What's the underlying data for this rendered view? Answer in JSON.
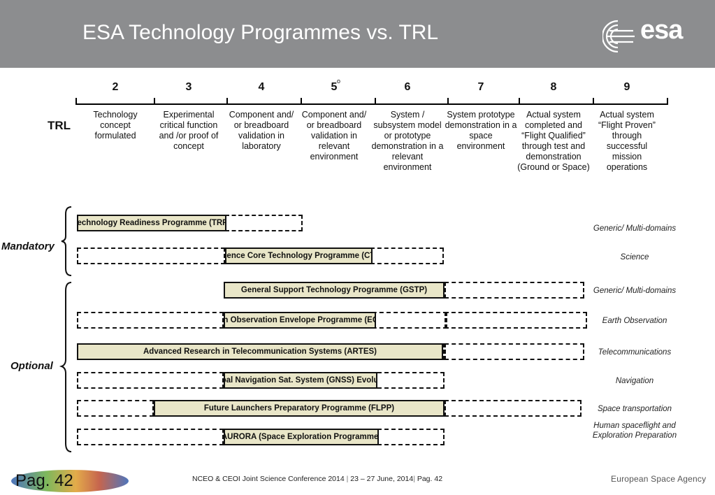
{
  "header": {
    "title": "ESA Technology Programmes vs. TRL",
    "logo_text": "esa",
    "background": "#8c8d8f"
  },
  "trl": {
    "label": "TRL",
    "stray_mark": "o",
    "levels": [
      {
        "num": "2",
        "desc": "Technology concept formulated"
      },
      {
        "num": "3",
        "desc": "Experimental critical function and /or proof of concept"
      },
      {
        "num": "4",
        "desc": "Component and/ or breadboard validation in laboratory"
      },
      {
        "num": "5",
        "desc": "Component and/ or breadboard validation in relevant environment"
      },
      {
        "num": "6",
        "desc": "System / subsystem model or prototype demonstration in a relevant environment"
      },
      {
        "num": "7",
        "desc": "System prototype demonstration in a space environment"
      },
      {
        "num": "8",
        "desc": "Actual system completed and “Flight Qualified” through test and demonstration (Ground or Space)"
      },
      {
        "num": "9",
        "desc": "Actual system “Flight Proven” through successful mission operations"
      }
    ]
  },
  "groups": {
    "mandatory": "Mandatory",
    "optional": "Optional"
  },
  "programmes": [
    {
      "name": "Technology Readiness Programme (TRP)",
      "domain": "Generic/ Multi-domains"
    },
    {
      "name": "Science Core Technology Programme (CTP)",
      "domain": "Science"
    },
    {
      "name": "General Support Technology Programme (GSTP)",
      "domain": "Generic/ Multi-domains"
    },
    {
      "name": "Earth Observation Envelope Programme (EOEP)",
      "domain": "Earth Observation"
    },
    {
      "name": "Advanced Research in Telecommunication Systems (ARTES)",
      "domain": "Telecommunications"
    },
    {
      "name": "Global Navigation Sat. System (GNSS) Evolution",
      "domain": "Navigation"
    },
    {
      "name": "Future Launchers Preparatory Programme (FLPP)",
      "domain": "Space transportation"
    },
    {
      "name": "AURORA (Space Exploration Programme)",
      "domain": "Human spaceflight and Exploration Preparation"
    }
  ],
  "footer": {
    "conference": "NCEO & CEOI Joint Science Conference 2014",
    "sep1": " | ",
    "dates": "23 – 27 June, 2014",
    "sep2": "| ",
    "page": "Pag. 42",
    "agency": "European Space Agency",
    "page_overlay": "Pag. 42"
  }
}
